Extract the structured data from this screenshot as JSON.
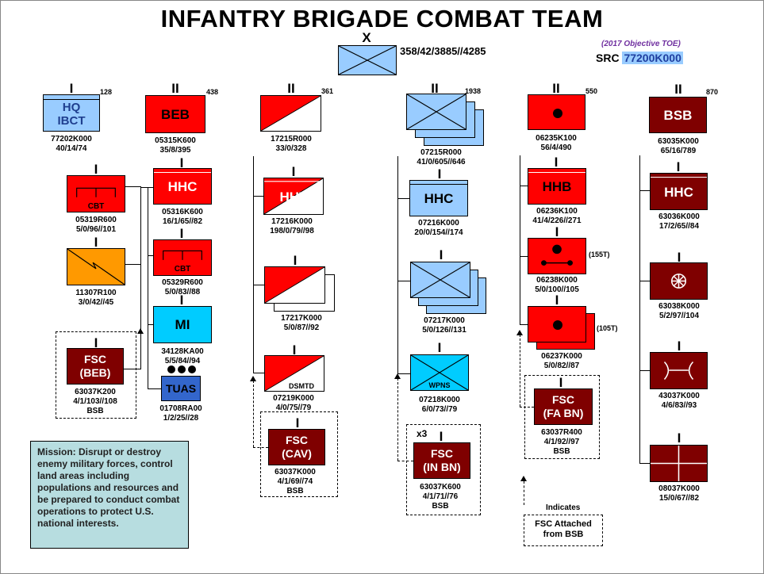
{
  "title": "INFANTRY BRIGADE COMBAT TEAM",
  "hq": {
    "echelon": "X",
    "strength": "358/42/3885//4285"
  },
  "toe_note": "(2017 Objective TOE)",
  "src": {
    "label": "SRC",
    "code": "77200K000"
  },
  "units": {
    "hq_ibct": {
      "echelon": "I",
      "count": "128",
      "text": "HQ\nIBCT",
      "src": "77202K000",
      "str": "40/14/74"
    },
    "beb": {
      "echelon": "II",
      "count": "438",
      "text": "BEB",
      "src": "05315K600",
      "str": "35/8/395"
    },
    "cav": {
      "echelon": "II",
      "count": "361",
      "src": "17215R000",
      "str": "33/0/328"
    },
    "inbn": {
      "echelon": "II",
      "count": "1938",
      "src": "07215R000",
      "str": "41/0/605//646"
    },
    "fa": {
      "echelon": "II",
      "count": "550",
      "src": "06235K100",
      "str": "56/4/490"
    },
    "bsb": {
      "echelon": "II",
      "count": "870",
      "text": "BSB",
      "src": "63035K000",
      "str": "65/16/789"
    },
    "hq_cbt": {
      "echelon": "I",
      "inner": "CBT",
      "src": "05319R600",
      "str": "5/0/96//101"
    },
    "hq_sig": {
      "echelon": "I",
      "src": "11307R100",
      "str": "3/0/42//45"
    },
    "hq_fsc": {
      "echelon": "I",
      "text": "FSC\n(BEB)",
      "src": "63037K200",
      "str": "4/1/103//108",
      "note": "BSB"
    },
    "beb_hhc": {
      "echelon": "I",
      "text": "HHC",
      "src": "05316K600",
      "str": "16/1/65//82"
    },
    "beb_cbt": {
      "echelon": "I",
      "inner": "CBT",
      "src": "05329R600",
      "str": "5/0/83//88"
    },
    "beb_mi": {
      "echelon": "I",
      "text": "MI",
      "src": "34128KA00",
      "str": "5/5/84//94"
    },
    "beb_tuas": {
      "text": "TUAS",
      "src": "01708RA00",
      "str": "1/2/25//28"
    },
    "cav_hht": {
      "echelon": "I",
      "text": "HHT",
      "src": "17216K000",
      "str": "198/0/79//98"
    },
    "cav_trp": {
      "echelon": "I",
      "src": "17217K000",
      "str": "5/0/87//92"
    },
    "cav_dsmtd": {
      "echelon": "I",
      "inner": "DSMTD",
      "src": "07219K000",
      "str": "4/0/75//79"
    },
    "cav_fsc": {
      "echelon": "I",
      "text": "FSC\n(CAV)",
      "src": "63037K000",
      "str": "4/1/69//74",
      "note": "BSB"
    },
    "in_hhc": {
      "echelon": "I",
      "text": "HHC",
      "src": "07216K000",
      "str": "20/0/154//174"
    },
    "in_co": {
      "echelon": "I",
      "src": "07217K000",
      "str": "5/0/126//131"
    },
    "in_wpns": {
      "echelon": "I",
      "inner": "WPNS",
      "src": "07218K000",
      "str": "6/0/73//79"
    },
    "in_fsc": {
      "echelon": "I",
      "mult": "x3",
      "text": "FSC\n(IN BN)",
      "src": "63037K600",
      "str": "4/1/71//76",
      "note": "BSB"
    },
    "fa_hhb": {
      "echelon": "I",
      "text": "HHB",
      "src": "06236K100",
      "str": "41/4/226//271"
    },
    "fa_155": {
      "echelon": "I",
      "side": "(155T)",
      "src": "06238K000",
      "str": "5/0/100//105"
    },
    "fa_105": {
      "echelon": "I",
      "side": "(105T)",
      "src": "06237K000",
      "str": "5/0/82//87"
    },
    "fa_fsc": {
      "echelon": "I",
      "text": "FSC\n(FA BN)",
      "src": "63037R400",
      "str": "4/1/92//97",
      "note": "BSB"
    },
    "bsb_hhc": {
      "echelon": "I",
      "text": "HHC",
      "src": "63036K000",
      "str": "17/2/65//84"
    },
    "bsb_maint": {
      "echelon": "I",
      "src": "63038K000",
      "str": "5/2/97//104"
    },
    "bsb_dist": {
      "echelon": "I",
      "src": "43037K000",
      "str": "4/6/83//93"
    },
    "bsb_med": {
      "echelon": "I",
      "src": "08037K000",
      "str": "15/0/67//82"
    }
  },
  "mission": "Mission: Disrupt or destroy enemy military forces, control land areas including populations and resources and be prepared to conduct combat operations to protect U.S. national interests.",
  "legend": {
    "title": "Indicates",
    "text": "FSC Attached\nfrom BSB"
  },
  "colors": {
    "red": "#ff0000",
    "maroon": "#7f0000",
    "lightblue": "#99ccff",
    "orange": "#ff9900",
    "cyan": "#00ccff",
    "royal": "#3366cc"
  }
}
